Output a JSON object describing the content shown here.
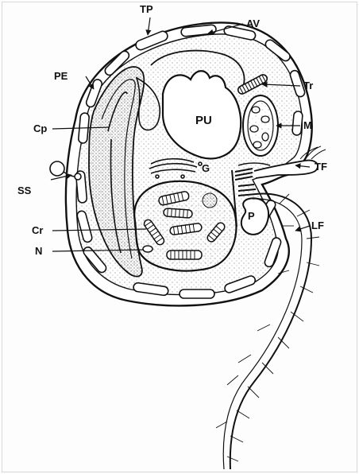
{
  "labels": {
    "tp": "TP",
    "av": "AV",
    "pe": "PE",
    "tr": "Tr",
    "cp": "Cp",
    "pu": "PU",
    "m": "M",
    "g": "G",
    "tf": "TF",
    "ss": "SS",
    "p": "P",
    "lf": "LF",
    "cr": "Cr",
    "n": "N"
  },
  "colors": {
    "ink": "#111111",
    "paper": "#fdfdfd",
    "stipple": "#555555"
  }
}
